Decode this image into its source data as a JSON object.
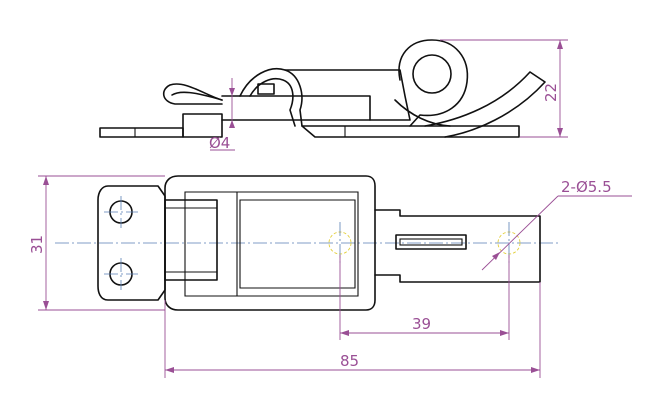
{
  "dimensions": {
    "height_top": "22",
    "pin_diameter": "Ø4",
    "width": "31",
    "hole_spacing": "39",
    "overall_length": "85",
    "hole_callout": "2-Ø5.5"
  },
  "colors": {
    "outline": "#111111",
    "dimension": "#9a4f95",
    "centerline": "#5a7fb5",
    "hidden": "#e3cf3a"
  }
}
